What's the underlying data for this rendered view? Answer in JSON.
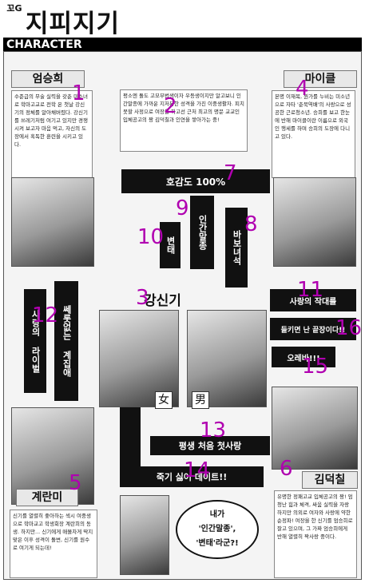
{
  "header": {
    "logo_small": "꼬G",
    "logo": "지피지기",
    "section": "CHARACTER"
  },
  "characters": {
    "top_left_name": "엄승희",
    "top_left_desc": "수준급의 무술 실력을 갖춘 미소녀로 학마고교로 전학 온 첫날 강신기의 정체를 알아채버렸다. 강신기를 쓰레기처럼 여기고 있지만 경쟁시켜 보고자 마음 먹고, 자신의 도장에서 혹독한 훈련을 시키고 있다.",
    "top_mid_desc": "평소엔 돌도 고모부법생이자 우등생이지만 알고보니 인간말종에 가까운 지저분한 성격을 가진 이중생활자. 피치못할 사정으로 여장을 하고선 근처 최고의 명문 교교인 입체공고의 짱 김덕칠과 인연을 쌓아가는 중!",
    "top_right_name": "마이클",
    "top_right_desc": "본명 이재복, 뭔가를 누비는 미소년으로 자타 '춘북역배'의 사랑으로 성공한 근로청소년. 승희를 보고 한눈에 반해 마이클이란 이름으로 외국인 행세를 하며 승희의 도장에 다니고 있다.",
    "center_name": "강신기",
    "bottom_left_name": "계란미",
    "bottom_left_desc": "신기를 열렬히 좋아하는 섹시 여중생으로 학마교고 학생회장 계란희의 동생. 하지만... 신기에게 매몰차게 딱지 맞은 이후 성격이 돌변, 신기를 원수로 여기게 되는데!",
    "bottom_right_name": "김덕칠",
    "bottom_right_desc": "유명한 정패고교 입체공고의 짱! 엄청난 힘과 체격, 싸움 실력을 자랑하지만 의외로 여자와 사랑에 약한 순정파! 여장을 한 신기를 엄승희로 잘고 있으며, 그 가짜 엄승희에게 반해 열렬히 짝사랑 중이다."
  },
  "relations": {
    "r1": "호감도 100%",
    "r2": "인간말종",
    "r3": "바보녀석",
    "r4": "변태",
    "r5": "사랑의 작대를",
    "r6": "들키면 난 끝장이다!!",
    "r7": "오레바!!!",
    "r8": "쎄롯없는 계집애",
    "r9": "사랑의 라이벌",
    "r10": "평생 처음 첫사랑",
    "r11": "죽기 싫어 데이트!!",
    "female": "女",
    "male": "男"
  },
  "bubble": {
    "line1": "내가",
    "line2": "'인간말종',",
    "line3": "'변태'라군?!"
  },
  "annotations": [
    "1",
    "2",
    "3",
    "4",
    "5",
    "6",
    "7",
    "8",
    "9",
    "10",
    "11",
    "12",
    "13",
    "14",
    "15",
    "16"
  ]
}
